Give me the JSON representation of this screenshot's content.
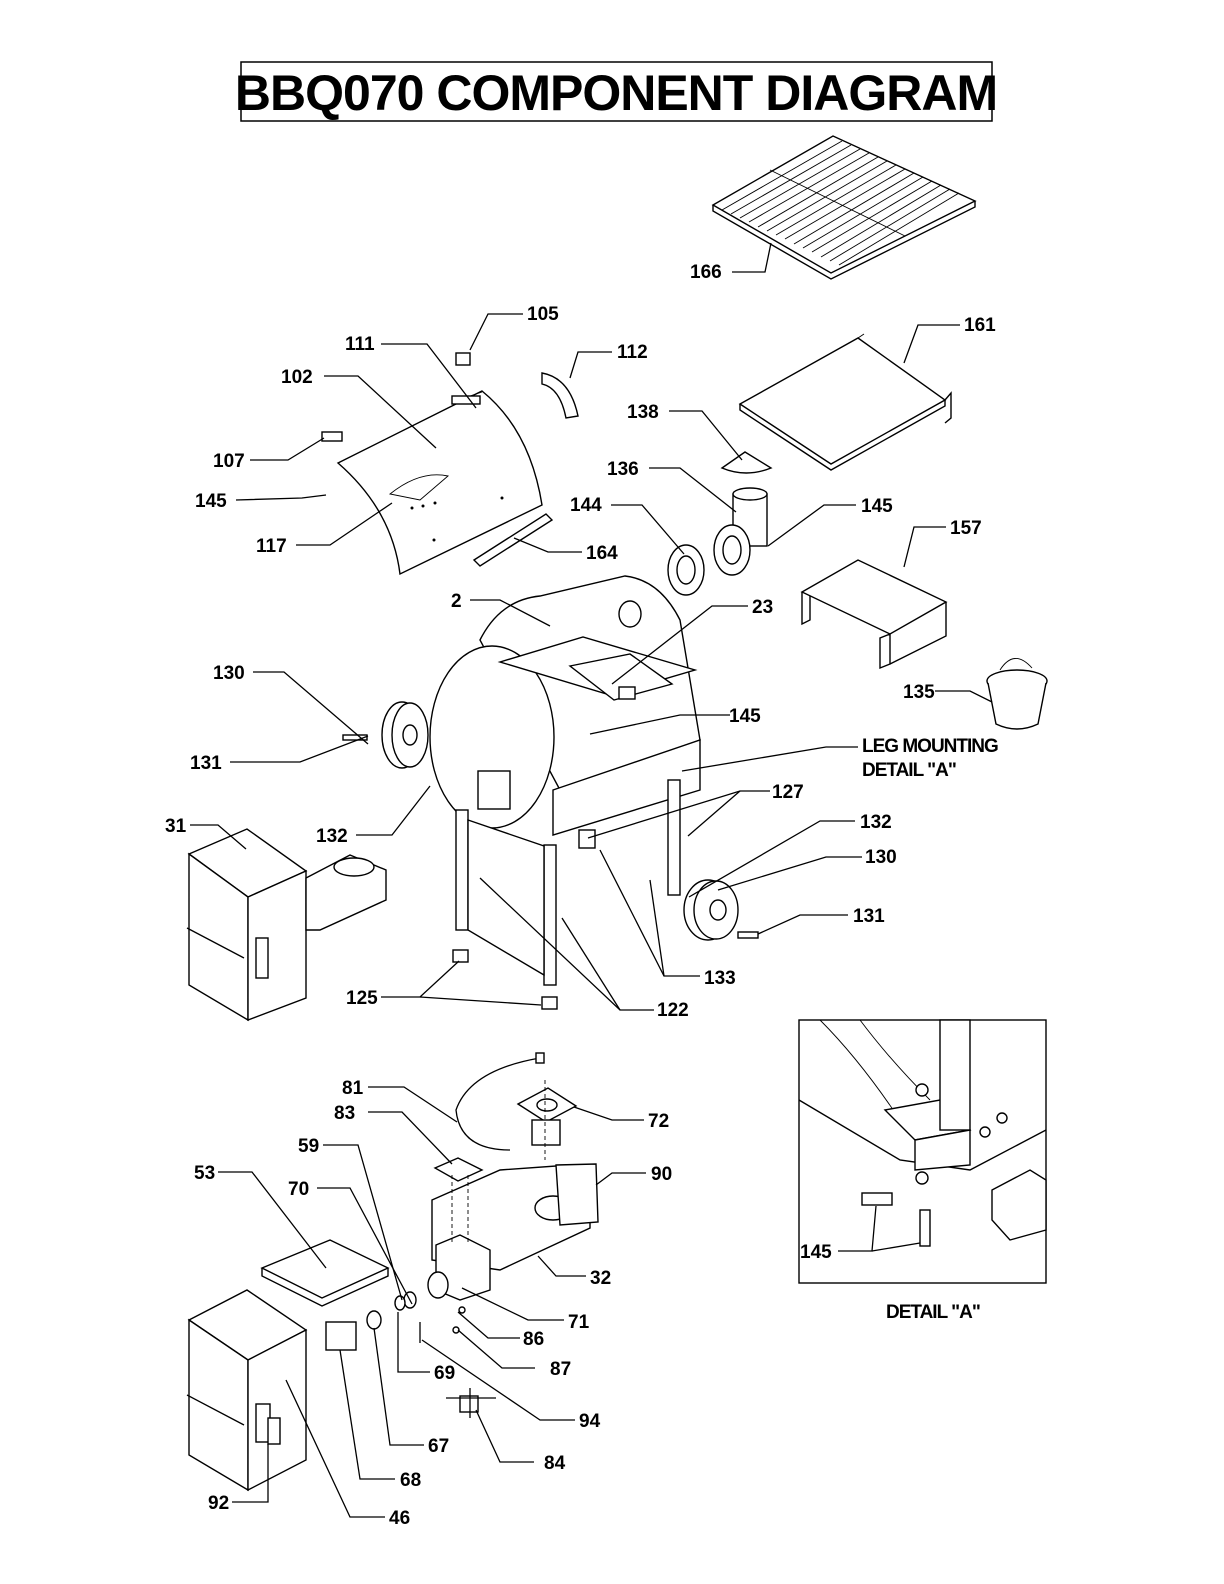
{
  "title": "BBQ070 COMPONENT DIAGRAM",
  "labels": [
    {
      "id": "166",
      "text": "166"
    },
    {
      "id": "105",
      "text": "105"
    },
    {
      "id": "111",
      "text": "111"
    },
    {
      "id": "112",
      "text": "112"
    },
    {
      "id": "161",
      "text": "161"
    },
    {
      "id": "102",
      "text": "102"
    },
    {
      "id": "138",
      "text": "138"
    },
    {
      "id": "107",
      "text": "107"
    },
    {
      "id": "136",
      "text": "136"
    },
    {
      "id": "145a",
      "text": "145"
    },
    {
      "id": "144",
      "text": "144"
    },
    {
      "id": "145b",
      "text": "145"
    },
    {
      "id": "157",
      "text": "157"
    },
    {
      "id": "117",
      "text": "117"
    },
    {
      "id": "164",
      "text": "164"
    },
    {
      "id": "2",
      "text": "2"
    },
    {
      "id": "23",
      "text": "23"
    },
    {
      "id": "130a",
      "text": "130"
    },
    {
      "id": "135",
      "text": "135"
    },
    {
      "id": "145c",
      "text": "145"
    },
    {
      "id": "131a",
      "text": "131"
    },
    {
      "id": "127",
      "text": "127"
    },
    {
      "id": "31",
      "text": "31"
    },
    {
      "id": "132a",
      "text": "132"
    },
    {
      "id": "132b",
      "text": "132"
    },
    {
      "id": "130b",
      "text": "130"
    },
    {
      "id": "131b",
      "text": "131"
    },
    {
      "id": "133",
      "text": "133"
    },
    {
      "id": "125",
      "text": "125"
    },
    {
      "id": "122",
      "text": "122"
    },
    {
      "id": "81",
      "text": "81"
    },
    {
      "id": "83",
      "text": "83"
    },
    {
      "id": "72",
      "text": "72"
    },
    {
      "id": "59",
      "text": "59"
    },
    {
      "id": "53",
      "text": "53"
    },
    {
      "id": "70",
      "text": "70"
    },
    {
      "id": "90",
      "text": "90"
    },
    {
      "id": "32",
      "text": "32"
    },
    {
      "id": "71",
      "text": "71"
    },
    {
      "id": "86",
      "text": "86"
    },
    {
      "id": "87",
      "text": "87"
    },
    {
      "id": "69",
      "text": "69"
    },
    {
      "id": "94",
      "text": "94"
    },
    {
      "id": "67",
      "text": "67"
    },
    {
      "id": "84",
      "text": "84"
    },
    {
      "id": "68",
      "text": "68"
    },
    {
      "id": "92",
      "text": "92"
    },
    {
      "id": "46",
      "text": "46"
    },
    {
      "id": "145d",
      "text": "145"
    }
  ],
  "leg_note": {
    "line1": "LEG MOUNTING",
    "line2": "DETAIL \"A\""
  },
  "detail_caption": "DETAIL \"A\""
}
